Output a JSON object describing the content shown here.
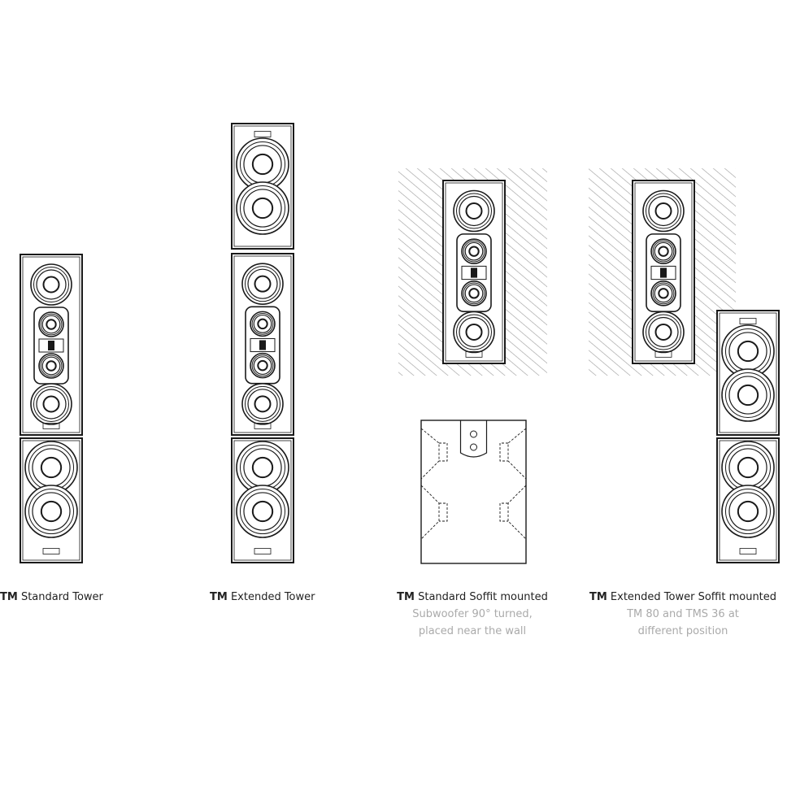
{
  "colors": {
    "line": "#1a1a1a",
    "hatch": "#9a9a9a",
    "caption": "#222222",
    "subcaption": "#aaaaaa"
  },
  "configurations": [
    {
      "prefix": "TM",
      "title": "Standard Tower",
      "notes": []
    },
    {
      "prefix": "TM",
      "title": "Extended Tower",
      "notes": []
    },
    {
      "prefix": "TM",
      "title": "Standard Soffit mounted",
      "notes": [
        "Subwoofer 90° turned,",
        "placed near the wall"
      ]
    },
    {
      "prefix": "TM",
      "title": "Extended Tower Soffit mounted",
      "notes": [
        "TM 80 and TMS 36 at",
        "different position"
      ]
    }
  ]
}
